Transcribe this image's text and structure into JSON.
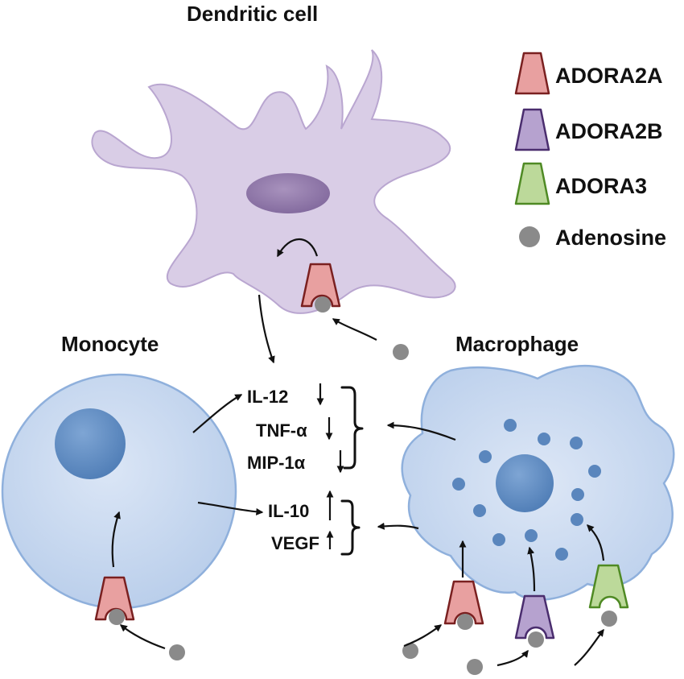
{
  "cells": {
    "dendritic": {
      "label": "Dendritic cell"
    },
    "monocyte": {
      "label": "Monocyte"
    },
    "macrophage": {
      "label": "Macrophage"
    }
  },
  "legend": {
    "items": [
      {
        "label": "ADORA2A",
        "color": "#e8a0a0",
        "stroke": "#7a2020"
      },
      {
        "label": "ADORA2B",
        "color": "#b6a2cf",
        "stroke": "#4a2d6e"
      },
      {
        "label": "ADORA3",
        "color": "#bcd99a",
        "stroke": "#4f8a24"
      },
      {
        "label": "Adenosine",
        "color": "#8a8a8a"
      }
    ]
  },
  "cytokines": {
    "suppressed": [
      "IL-12",
      "TNF-α",
      "MIP-1α"
    ],
    "enhanced": [
      "IL-10",
      "VEGF"
    ]
  },
  "colors": {
    "dendritic_fill": "#d9cde6",
    "dendritic_stroke": "#b9a6d0",
    "dendritic_nucleus": "#8e76a6",
    "monocyte_fill": "#c7d7ef",
    "monocyte_stroke": "#8fb0dc",
    "nucleus_blue": "#5a86bd",
    "macrophage_fill": "#cbdaf0"
  }
}
